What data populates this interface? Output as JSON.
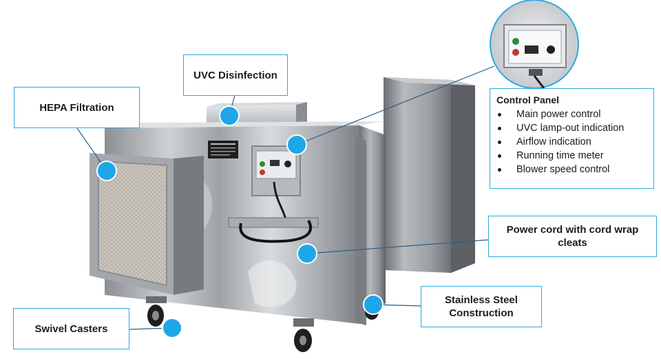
{
  "callouts": {
    "uvc": "UVC Disinfection",
    "hepa": "HEPA Filtration",
    "swivel": "Swivel Casters",
    "power_cord_line1": "Power cord with cord wrap",
    "power_cord_line2": "cleats",
    "stainless_line1": "Stainless Steel",
    "stainless_line2": "Construction"
  },
  "control_panel": {
    "title": "Control Panel",
    "items": [
      "Main power control",
      "UVC lamp-out indication",
      "Airflow indication",
      "Running time meter",
      "Blower speed control"
    ]
  },
  "colors": {
    "accent": "#2aa9df",
    "dot": "#1ea7e8",
    "text": "#1c1c1c"
  }
}
